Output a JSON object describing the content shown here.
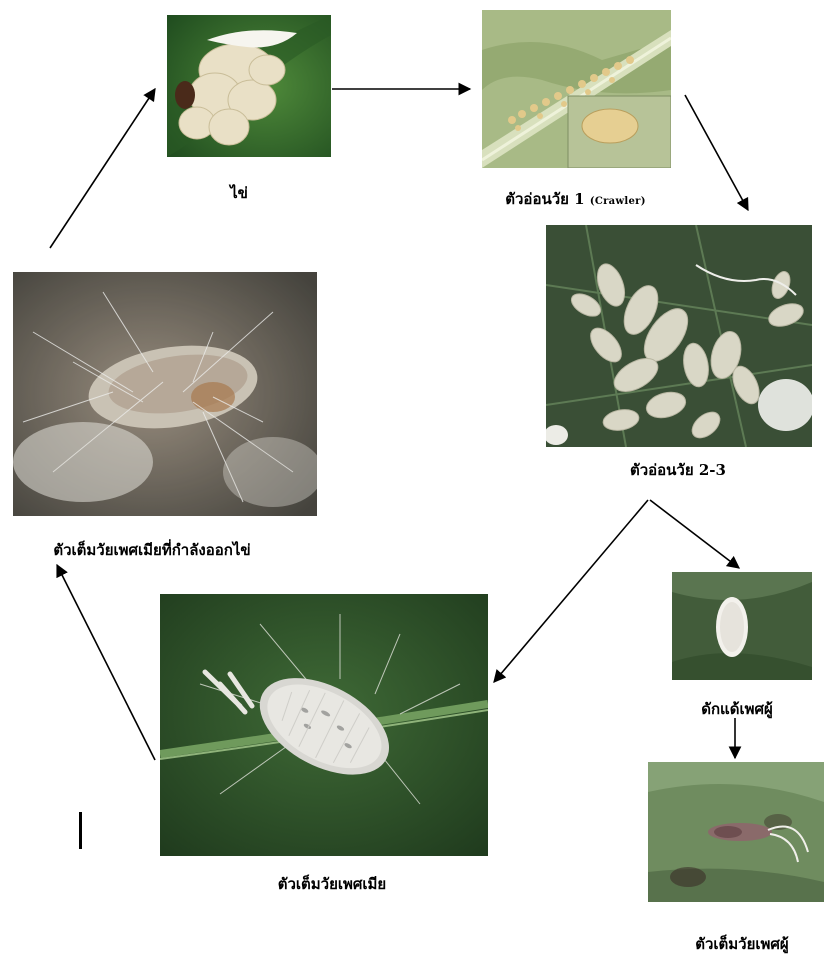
{
  "stages": {
    "egg": {
      "label": "ไข่"
    },
    "crawler": {
      "label": "ตัวอ่อนวัย 1",
      "sub": "(Crawler)"
    },
    "nymph": {
      "label": "ตัวอ่อนวัย 2-3"
    },
    "male_pupa": {
      "label": "ดักแด้เพศผู้"
    },
    "male_adult": {
      "label": "ตัวเต็มวัยเพศผู้"
    },
    "female_adult": {
      "label": "ตัวเต็มวัยเพศเมีย"
    },
    "laying_female": {
      "label": "ตัวเต็มวัยเพศเมียที่กำลังออกไข่"
    }
  },
  "colors": {
    "leaf_dark": "#2f4a2a",
    "leaf_mid": "#5f7f4a",
    "leaf_light": "#a9bd86",
    "mealybug": "#e8e3d3",
    "wax": "#f4f4f0",
    "arrow": "#000000"
  }
}
